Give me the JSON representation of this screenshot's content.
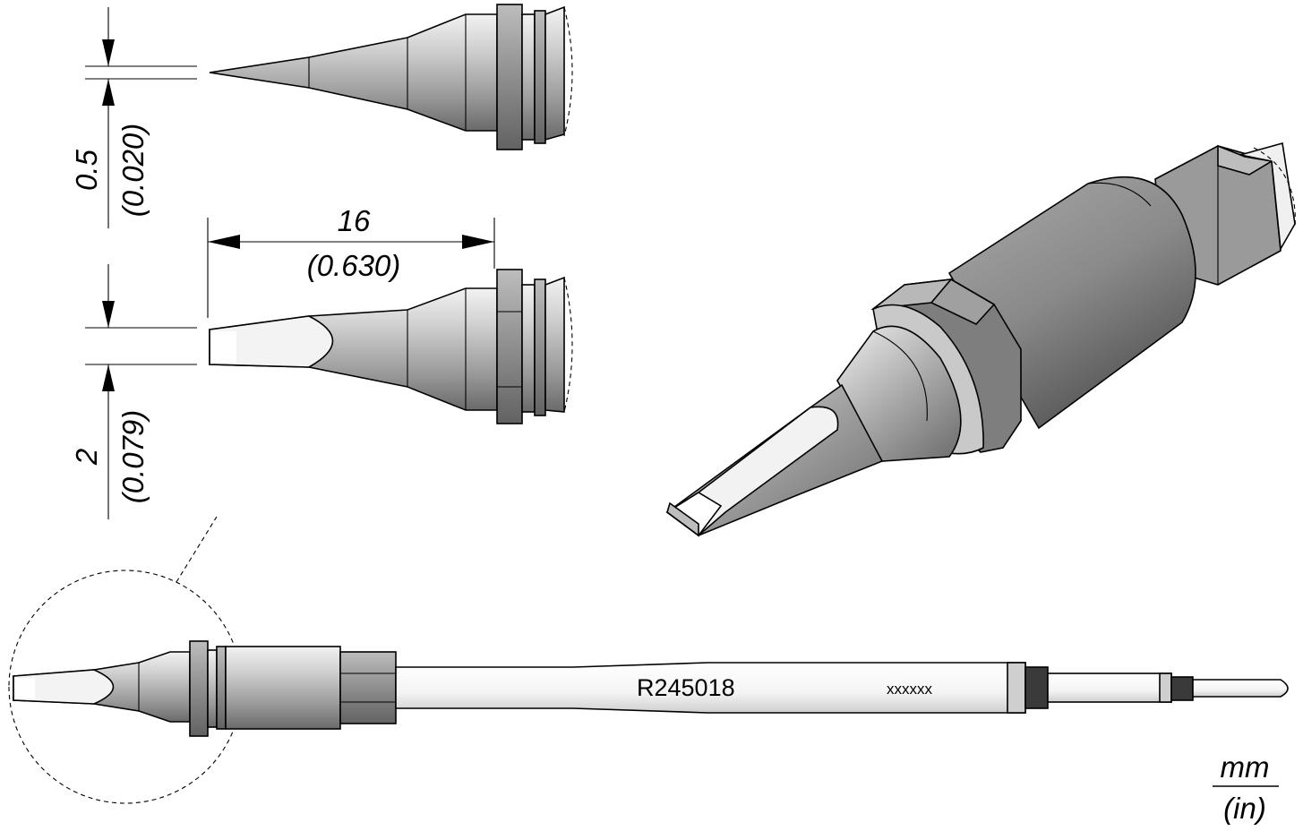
{
  "dimensions": {
    "tip_small_mm": "0.5",
    "tip_small_in": "(0.020)",
    "tip_wide_mm": "2",
    "tip_wide_in": "(0.079)",
    "length_mm": "16",
    "length_in": "(0.630)"
  },
  "cartridge": {
    "part_number": "R245018",
    "serial_placeholder": "xxxxxx"
  },
  "units": {
    "metric": "mm",
    "imperial": "(in)"
  },
  "colors": {
    "metal_light": "#e2e2e2",
    "metal_mid": "#a6a6a6",
    "metal_dark": "#6e6e6e",
    "ring_dark": "#3a3a3a"
  }
}
